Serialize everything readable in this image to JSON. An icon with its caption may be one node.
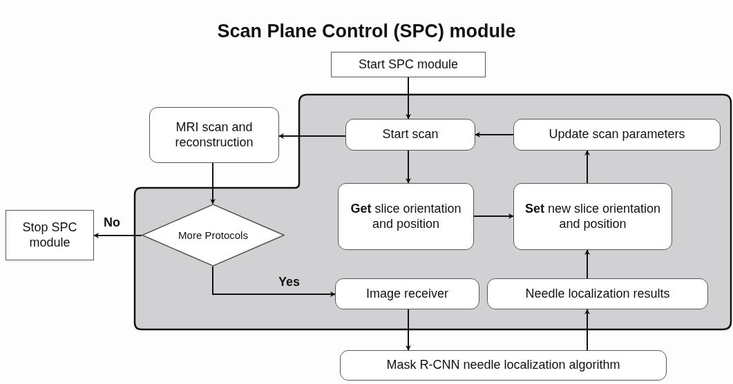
{
  "diagram": {
    "title": "Scan Plane Control (SPC) module",
    "nodes": [
      {
        "text": [
          "Start SPC module"
        ]
      },
      {
        "text": [
          "MRI scan and reconstruction"
        ]
      },
      {
        "text": [
          "Start scan"
        ]
      },
      {
        "text": [
          "Update scan parameters"
        ]
      },
      {
        "text": [
          "**Get** slice orientation and position"
        ]
      },
      {
        "text": [
          "**Set** new slice orientation and position"
        ]
      },
      {
        "text": [
          "Stop SPC module"
        ]
      },
      {
        "text": [
          "More Protocols"
        ]
      },
      {
        "text": [
          "Image receiver"
        ]
      },
      {
        "text": [
          "Needle localization results"
        ]
      },
      {
        "text": [
          "Mask R-CNN needle localization algorithm"
        ]
      }
    ],
    "edges": [
      {
        "from": 0,
        "to": 2,
        "arrow": "to"
      },
      {
        "from": 2,
        "to": 1,
        "arrow": "to"
      },
      {
        "from": 3,
        "to": 2,
        "arrow": "to"
      },
      {
        "from": 2,
        "to": 4,
        "arrow": "to"
      },
      {
        "from": 4,
        "to": 5,
        "arrow": "to"
      },
      {
        "from": 5,
        "to": 3,
        "arrow": "to"
      },
      {
        "from": 1,
        "to": 7,
        "arrow": "to"
      },
      {
        "from": 7,
        "to": 6,
        "arrow": "to",
        "label": "No"
      },
      {
        "from": 7,
        "to": 8,
        "arrow": "to",
        "label": "Yes"
      },
      {
        "from": 8,
        "to": 10,
        "arrow": "to"
      },
      {
        "from": 10,
        "to": 9,
        "arrow": "to"
      },
      {
        "from": 9,
        "to": 5,
        "arrow": "to"
      }
    ]
  }
}
